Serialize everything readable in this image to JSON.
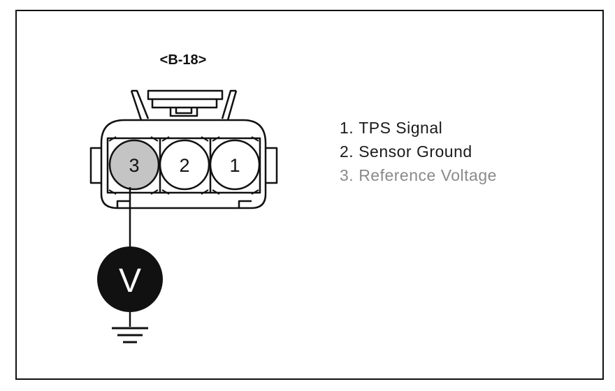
{
  "diagram": {
    "connector_id": "<B-18>",
    "pins": [
      {
        "number": "3",
        "shaded": true
      },
      {
        "number": "2",
        "shaded": false
      },
      {
        "number": "1",
        "shaded": false
      }
    ],
    "meter_symbol": "V",
    "legend": [
      {
        "number": "1.",
        "label": "TPS Signal",
        "color": "#1a1a1a"
      },
      {
        "number": "2.",
        "label": "Sensor Ground",
        "color": "#1a1a1a"
      },
      {
        "number": "3.",
        "label": "Reference Voltage",
        "color": "#8a8a8a"
      }
    ],
    "colors": {
      "outline": "#111111",
      "shaded_pin": "#c4c4c4",
      "meter_fill": "#111111"
    },
    "icons": [
      "voltmeter-icon",
      "ground-symbol-icon"
    ]
  }
}
